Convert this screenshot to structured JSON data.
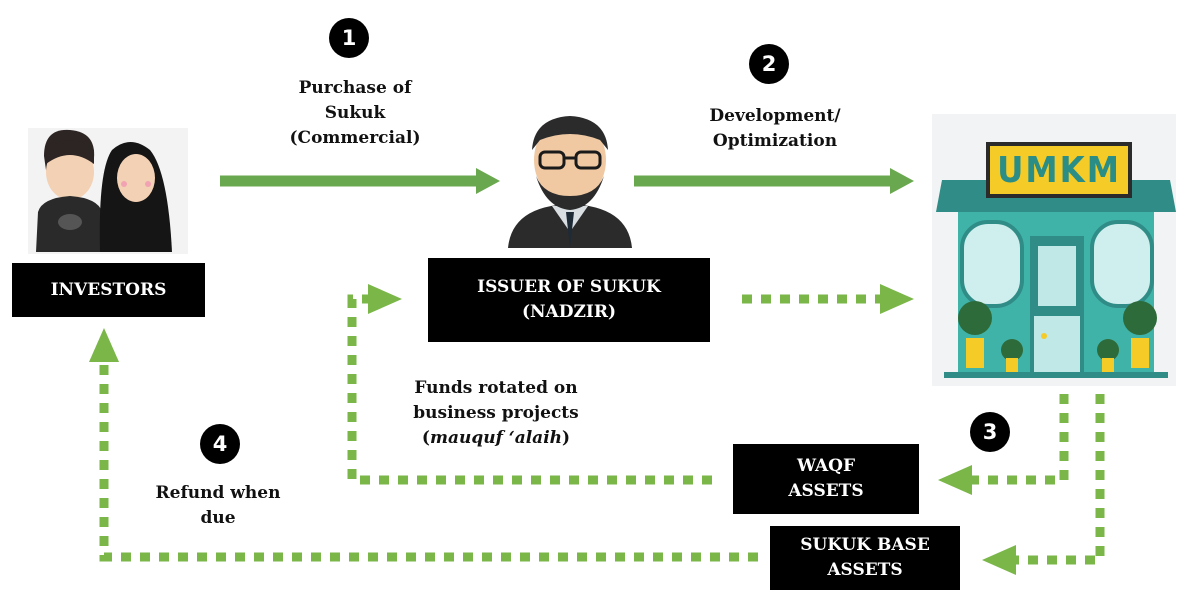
{
  "labels": {
    "step1": "1",
    "step2": "2",
    "step3": "3",
    "step4": "4",
    "purchase_line1": "Purchase of",
    "purchase_line2": "Sukuk",
    "purchase_line3": "(Commercial)",
    "development_line1": "Development/",
    "development_line2": "Optimization",
    "funds_line1": "Funds rotated on",
    "funds_line2": "business projects",
    "funds_line3_prefix": "(",
    "funds_line3_italic": "mauquf ‘alaih",
    "funds_line3_suffix": ")",
    "refund_line1": "Refund when",
    "refund_line2": "due"
  },
  "boxes": {
    "investors": "INVESTORS",
    "issuer_line1": "ISSUER OF SUKUK",
    "issuer_line2": "(NADZIR)",
    "waqf_line1": "WAQF",
    "waqf_line2": "ASSETS",
    "base_line1": "SUKUK BASE",
    "base_line2": "ASSETS"
  },
  "store_sign": "UMKM",
  "icons": [
    "investors-couple-icon",
    "issuer-person-icon",
    "umkm-store-icon"
  ],
  "colors": {
    "arrow_green": "#6aa84f",
    "dotted_green": "#7ab648",
    "box_black": "#000000",
    "store_teal": "#2f9e94",
    "sign_yellow": "#f5cb27"
  }
}
